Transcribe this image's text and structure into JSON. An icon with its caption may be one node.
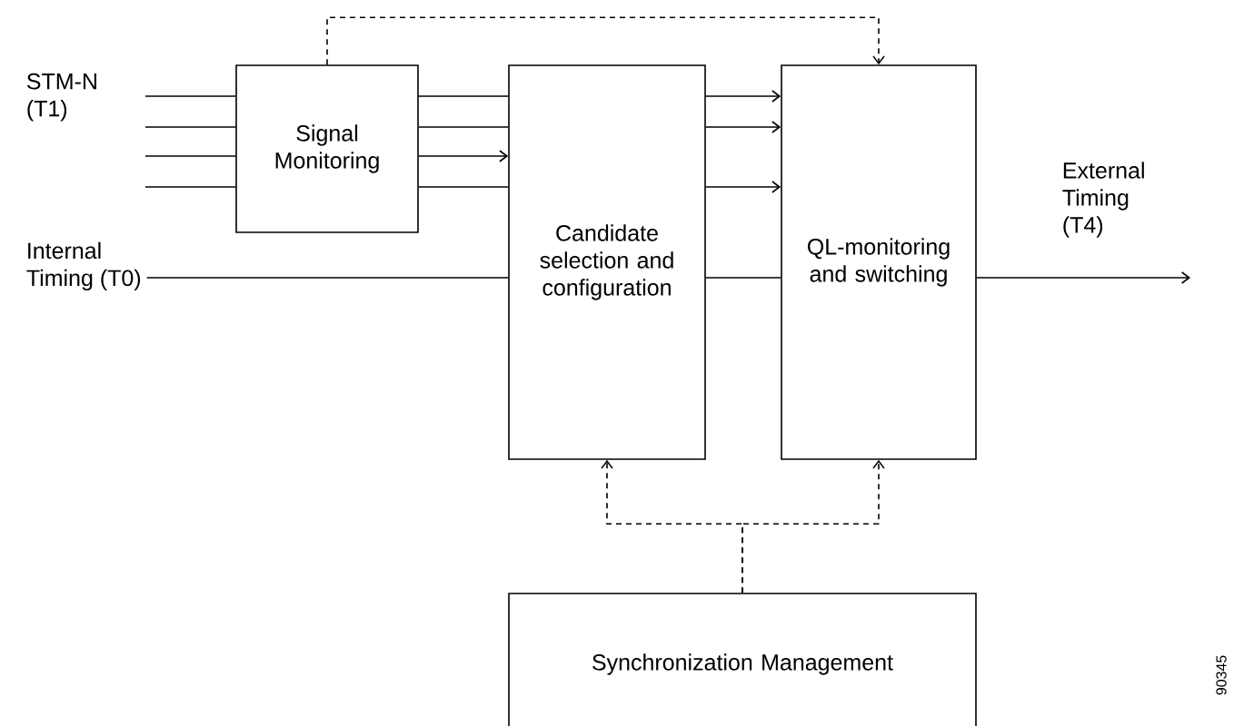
{
  "diagram": {
    "nodes": [
      {
        "text": [
          "Signal Monitoring"
        ]
      },
      {
        "text": [
          "Internal Timing (T0)"
        ]
      },
      {
        "text": [
          "Candidate selection and configuration"
        ]
      },
      {
        "text": [
          "QL-monitoring and switching"
        ]
      },
      {
        "text": [
          "Synchronization Management"
        ]
      }
    ],
    "edges": [
      {
        "from": null,
        "to": 0,
        "arrow": "none"
      },
      {
        "from": null,
        "to": 0,
        "arrow": "none"
      },
      {
        "from": null,
        "to": 0,
        "arrow": "none"
      },
      {
        "from": null,
        "to": 0,
        "arrow": "none"
      },
      {
        "from": 0,
        "to": 2,
        "arrow": "none"
      },
      {
        "from": 0,
        "to": 2,
        "arrow": "none"
      },
      {
        "from": 0,
        "to": 2,
        "arrow": "to"
      },
      {
        "from": 0,
        "to": 2,
        "arrow": "none"
      },
      {
        "from": 1,
        "to": 2,
        "arrow": "none"
      },
      {
        "from": 2,
        "to": 3,
        "arrow": "to"
      },
      {
        "from": 2,
        "to": 3,
        "arrow": "to"
      },
      {
        "from": 2,
        "to": 3,
        "arrow": "to"
      },
      {
        "from": 2,
        "to": 3,
        "arrow": "none"
      },
      {
        "from": 0,
        "to": 3,
        "arrow": "to",
        "style": "dashed"
      },
      {
        "from": 3,
        "to": null,
        "arrow": "to",
        "label": "External Timing (T4)"
      },
      {
        "from": 4,
        "to": 2,
        "arrow": "to",
        "style": "dashed"
      },
      {
        "from": 4,
        "to": 3,
        "arrow": "to",
        "style": "dashed"
      }
    ],
    "labels": [
      "STM-N (T1)",
      "90345"
    ]
  }
}
